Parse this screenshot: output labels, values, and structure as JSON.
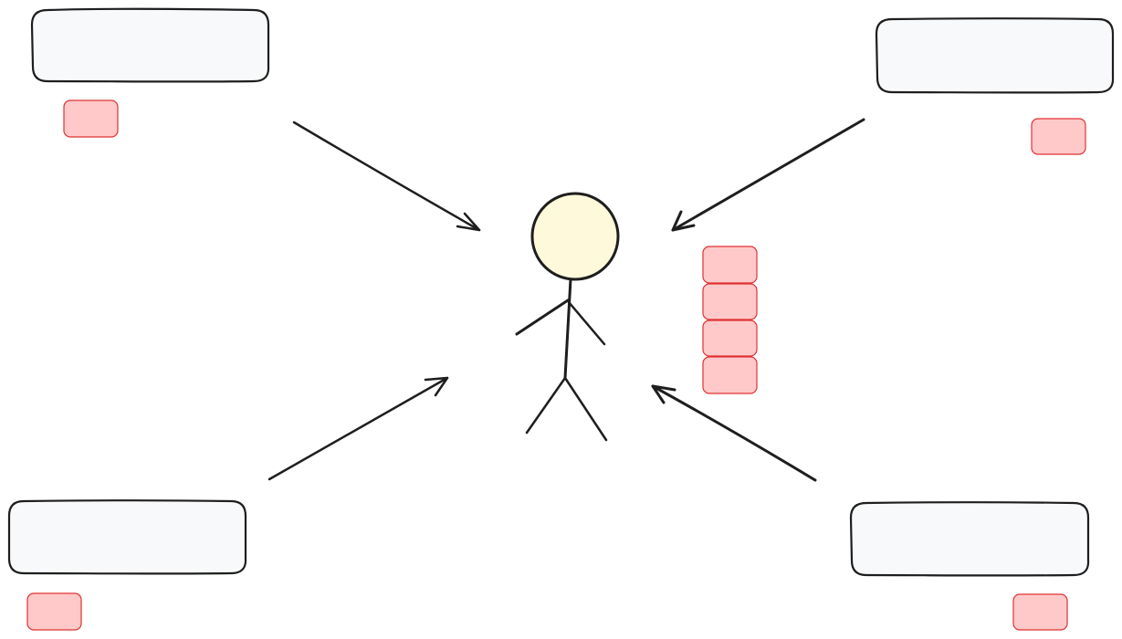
{
  "colors": {
    "stroke": "#1e1e1e",
    "card_fill": "#f8f9fa",
    "tag_fill": "#ffc9c9",
    "tag_stroke": "#e03131",
    "head_fill": "#fff9db",
    "background": "#ffffff"
  },
  "cards": [
    {
      "id": "top-left",
      "label": ""
    },
    {
      "id": "top-right",
      "label": ""
    },
    {
      "id": "bottom-left",
      "label": ""
    },
    {
      "id": "bottom-right",
      "label": ""
    }
  ],
  "tags": [
    {
      "id": "top-left",
      "label": ""
    },
    {
      "id": "top-right",
      "label": ""
    },
    {
      "id": "bottom-left",
      "label": ""
    },
    {
      "id": "bottom-right",
      "label": ""
    },
    {
      "id": "stack-1",
      "label": ""
    },
    {
      "id": "stack-2",
      "label": ""
    },
    {
      "id": "stack-3",
      "label": ""
    },
    {
      "id": "stack-4",
      "label": ""
    }
  ],
  "figure": {
    "icon": "stick-figure-icon"
  }
}
